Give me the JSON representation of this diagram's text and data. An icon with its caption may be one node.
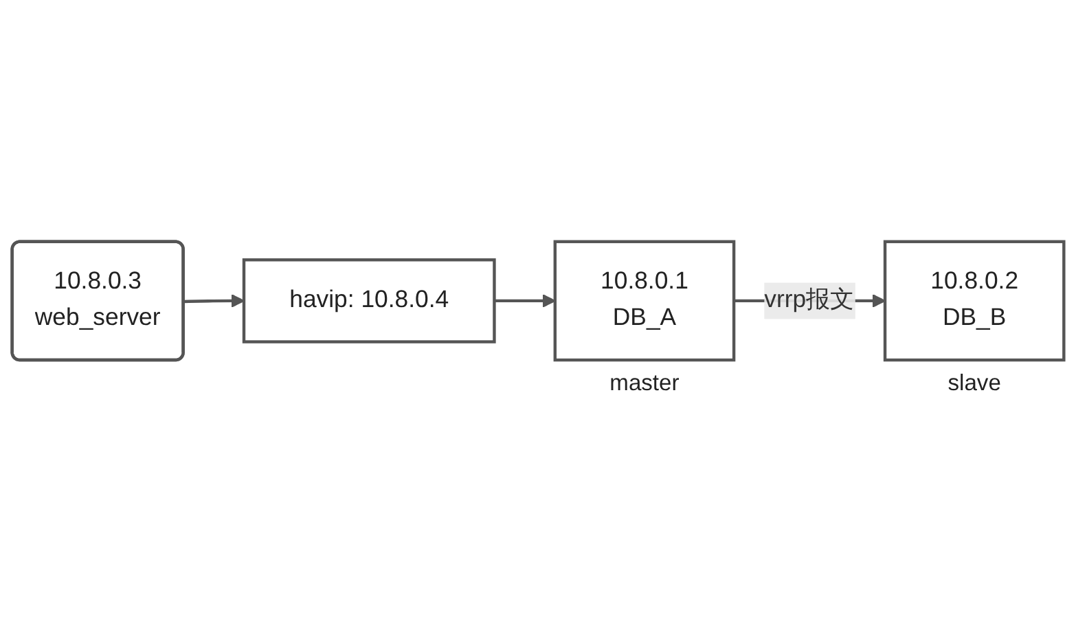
{
  "diagram": {
    "nodes": [
      {
        "text": [
          "10.8.0.3",
          "web_server"
        ]
      },
      {
        "text": [
          "havip: 10.8.0.4"
        ]
      },
      {
        "text": [
          "10.8.0.1",
          "DB_A"
        ],
        "beside": [
          "master"
        ]
      },
      {
        "text": [
          "10.8.0.2",
          "DB_B"
        ],
        "beside": [
          "slave"
        ]
      }
    ],
    "edges": [
      {
        "from": 0,
        "to": 1,
        "arrow": "to"
      },
      {
        "from": 1,
        "to": 2,
        "arrow": "to"
      },
      {
        "from": 2,
        "to": 3,
        "arrow": "to",
        "label": "vrrp报文"
      }
    ]
  }
}
